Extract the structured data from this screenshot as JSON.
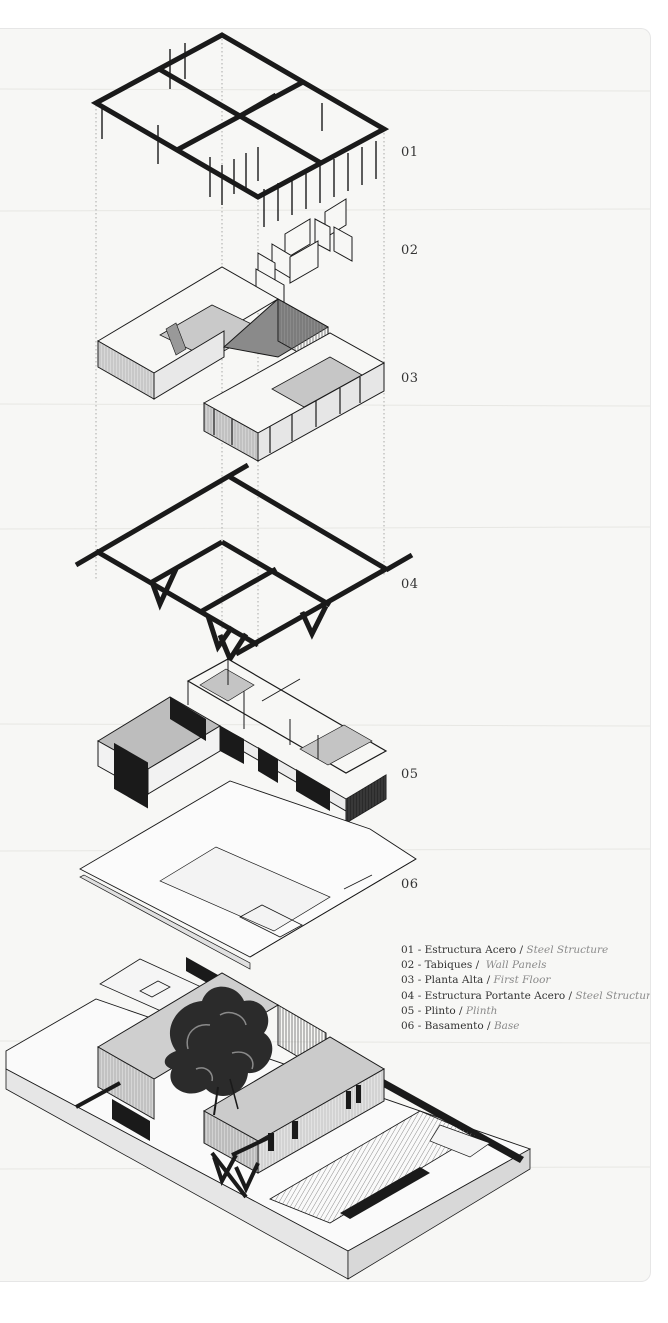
{
  "layers": [
    {
      "num": "01",
      "es": "Estructura Acero",
      "sep": " / ",
      "en": "Steel Structure"
    },
    {
      "num": "02",
      "es": "Tabiques",
      "sep": " /  ",
      "en": "Wall Panels"
    },
    {
      "num": "03",
      "es": "Planta Alta",
      "sep": " / ",
      "en": "First Floor"
    },
    {
      "num": "04",
      "es": "Estructura Portante Acero",
      "sep": " / ",
      "en": "Steel Structure"
    },
    {
      "num": "05",
      "es": "Plinto",
      "sep": " / ",
      "en": "Plinth"
    },
    {
      "num": "06",
      "es": "Basamento",
      "sep": " / ",
      "en": "Base"
    }
  ],
  "legend_separator": " - ",
  "colors": {
    "ink": "#1a1a1a",
    "gray_fill": "#bdbdbd",
    "card_bg": "#f7f7f5",
    "legend_en": "#8a8a8a"
  }
}
